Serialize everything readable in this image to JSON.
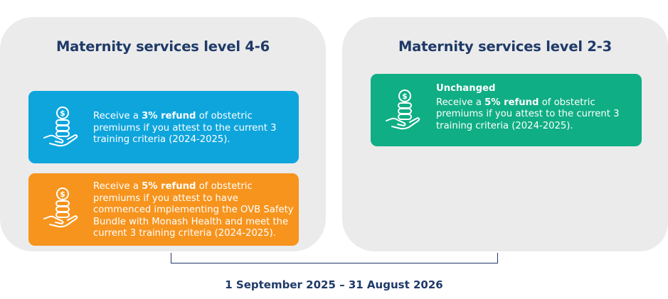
{
  "panels": {
    "left": {
      "title": "Maternity services level 4-6"
    },
    "right": {
      "title": "Maternity services level 2-3"
    }
  },
  "cards": {
    "refund3": {
      "pre": "Receive a ",
      "bold": "3% refund",
      "post": " of obstetric premiums if you attest to the current 3 training criteria (2024-2025).",
      "color": "#0ea5dd",
      "icon": "coin-stack-hand-icon"
    },
    "refund5": {
      "pre": "Receive a ",
      "bold": "5% refund",
      "post": " of obstetric premiums if you attest to have commenced implementing the OVB Safety Bundle with Monash Health and meet the current 3 training criteria (2024-2025).",
      "color": "#f7941d",
      "icon": "coin-stack-hand-icon"
    },
    "unchanged": {
      "heading": "Unchanged",
      "pre": "Receive a ",
      "bold": "5% refund",
      "post": " of obstetric premiums if you attest to the current 3 training criteria (2024-2025).",
      "color": "#0fae84",
      "icon": "coin-stack-hand-icon"
    }
  },
  "footer": {
    "date_range": "1 September 2025 – 31 August 2026"
  },
  "colors": {
    "navy": "#1f3a68",
    "panel_bg": "#ebebeb"
  }
}
